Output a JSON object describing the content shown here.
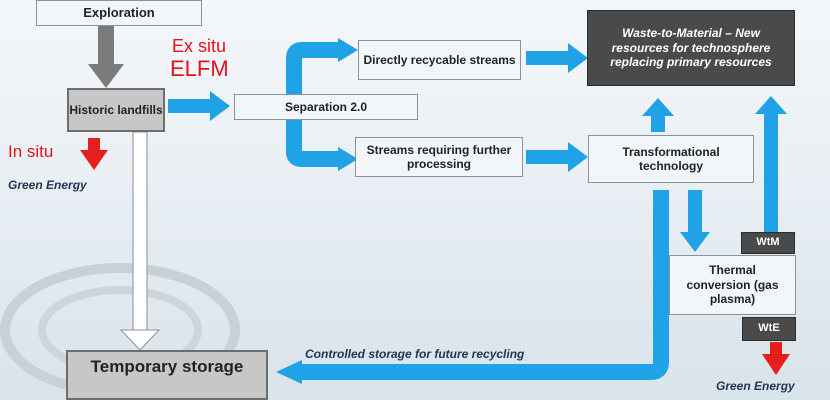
{
  "boxes": {
    "exploration": "Exploration",
    "historic_landfills": "Historic landfills",
    "separation": "Separation 2.0",
    "directly_recycable": "Directly recycable streams",
    "streams_requiring": "Streams requiring further processing",
    "waste_to_material": "Waste-to-Material – New resources for technosphere replacing primary resources",
    "transformational": "Transformational technology",
    "wtm": "WtM",
    "thermal_conversion": "Thermal conversion (gas plasma)",
    "wte": "WtE",
    "temporary_storage": "Temporary storage"
  },
  "labels": {
    "ex_situ": "Ex situ",
    "elfm": "ELFM",
    "in_situ": "In situ",
    "green_energy_left": "Green Energy",
    "green_energy_right": "Green Energy",
    "controlled_storage": "Controlled storage for future recycling"
  },
  "colors": {
    "flow_arrow": "#1fa3e6",
    "red_arrow": "#e61e1e",
    "red_text": "#e3141b",
    "gray_arrow": "#7b7b7b"
  }
}
